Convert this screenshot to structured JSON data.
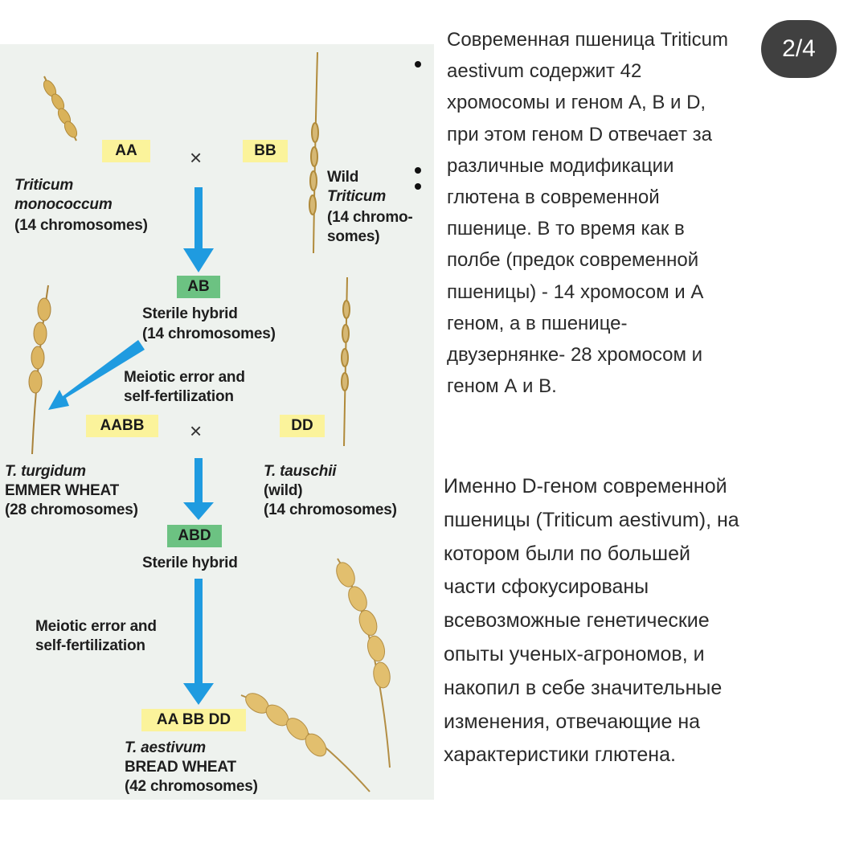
{
  "diagram": {
    "genomes": {
      "aa": "AA",
      "bb": "BB",
      "ab": "AB",
      "aabb": "AABB",
      "dd": "DD",
      "abd": "ABD",
      "aabbdd": "AA BB DD"
    },
    "cross_symbol": "×",
    "labels": {
      "monococcum_name": "Triticum\nmonococcum",
      "monococcum_chrom": "(14 chromosomes)",
      "wild_name_1": "Wild",
      "wild_name_2": "Triticum",
      "wild_chrom": "(14 chromo-\nsomes)",
      "sterile1": "Sterile hybrid",
      "sterile1_chrom": "(14 chromosomes)",
      "meiotic1": "Meiotic error and\nself-fertilization",
      "turgidum_name": "T. turgidum",
      "turgidum_common": "EMMER WHEAT",
      "turgidum_chrom": "(28 chromosomes)",
      "tauschii_name": "T. tauschii",
      "tauschii_wild": "(wild)",
      "tauschii_chrom": "(14 chromosomes)",
      "sterile2": "Sterile hybrid",
      "meiotic2": "Meiotic error and\nself-fertilization",
      "aestivum_name": "T. aestivum",
      "aestivum_common": "BREAD WHEAT",
      "aestivum_chrom": "(42 chromosomes)"
    },
    "colors": {
      "arrow": "#1f9be0",
      "yellow_box": "#fbf39b",
      "green_box": "#6cc282"
    }
  },
  "text_block_1": "Современная пшеница Triticum\naestivum  содержит 42\nхромосомы и  геном А, В и D,\nпри этом геном D отвечает за\nразличные модификации\nглютена в современной\nпшенице. В то время как в\nполбе (предок современной\nпшеницы) - 14 хромосом и А\nгеном, а в пшенице-\nдвузернянке- 28 хромосом и\nгеном А и В.",
  "text_block_2": "Именно D-геном современной\nпшеницы (Triticum aestivum), на\nкотором были по большей\nчасти сфокусированы\nвсевозможные генетические\nопыты ученых-агрономов, и\nнакопил в себе значительные\nизменения, отвечающие на\nхарактеристики глютена.",
  "pager": "2/4"
}
